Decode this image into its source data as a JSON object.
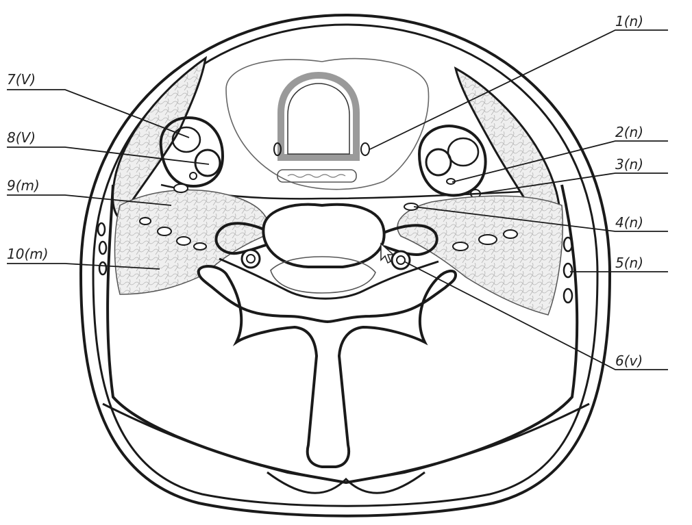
{
  "diagram": {
    "colors": {
      "ink": "#1a1a1a",
      "thin_ink": "#555555",
      "muscle_fill": "#ededed",
      "trachea_ring": "#9a9a9a",
      "background": "#ffffff"
    },
    "labels": {
      "l1": "1(n)",
      "l2": "2(n)",
      "l3": "3(n)",
      "l4": "4(n)",
      "l5": "5(n)",
      "l6": "6(v)",
      "l7": "7(V)",
      "l8": "8(V)",
      "l9": "9(m)",
      "l10": "10(m)"
    },
    "cursor_icon": "arrow-pointer-icon"
  }
}
